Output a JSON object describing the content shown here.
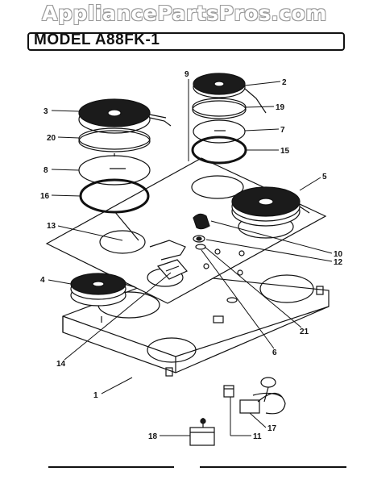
{
  "watermark": "AppliancePartsPros.com",
  "model_title": "MODEL A88FK-1",
  "callouts": [
    "1",
    "2",
    "3",
    "4",
    "5",
    "6",
    "7",
    "8",
    "9",
    "10",
    "11",
    "12",
    "13",
    "14",
    "15",
    "16",
    "17",
    "18",
    "19",
    "20",
    "21"
  ]
}
